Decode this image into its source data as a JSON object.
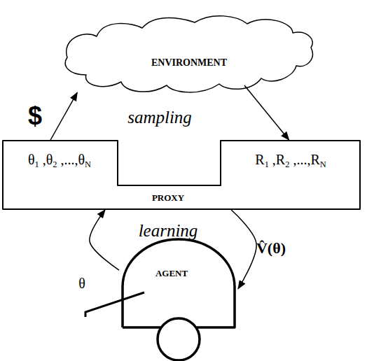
{
  "diagram": {
    "nodes": [
      {
        "text": [
          "ENVIRONMENT"
        ]
      },
      {
        "text": [
          "θ1 ,θ2 ,...,θN",
          "R1 ,R2 ,...,RN",
          "PROXY"
        ]
      },
      {
        "text": [
          "AGENT"
        ]
      }
    ],
    "edges": [
      {
        "from": 1,
        "to": 0,
        "arrow": "to",
        "label": "$"
      },
      {
        "from": 0,
        "to": 1,
        "arrow": "to"
      },
      {
        "from": 2,
        "to": 1,
        "arrow": "to",
        "label": "θ"
      },
      {
        "from": 1,
        "to": 2,
        "arrow": "to",
        "label": "V̂(θ)"
      }
    ],
    "labels": [
      "sampling",
      "learning"
    ]
  }
}
